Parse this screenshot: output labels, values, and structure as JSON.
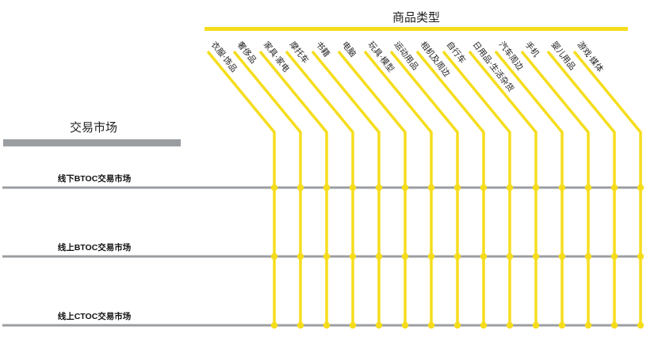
{
  "header": {
    "title": "商品类型"
  },
  "market": {
    "title": "交易市场"
  },
  "categories": [
    "衣服·饰品",
    "奢侈品",
    "家具·家电",
    "摩托车",
    "书籍",
    "电脑",
    "玩具·模型",
    "运动用品",
    "相机及周边",
    "自行车",
    "日用品·生活杂货",
    "汽车周边",
    "手机",
    "婴儿用品",
    "游戏·媒体"
  ],
  "markets": [
    "线下BTOC交易市场",
    "线上BTOC交易市场",
    "线上CTOC交易市场"
  ],
  "colors": {
    "yellow": "#f5dd1c",
    "gray": "#9b9ea1",
    "text": "#222222"
  }
}
